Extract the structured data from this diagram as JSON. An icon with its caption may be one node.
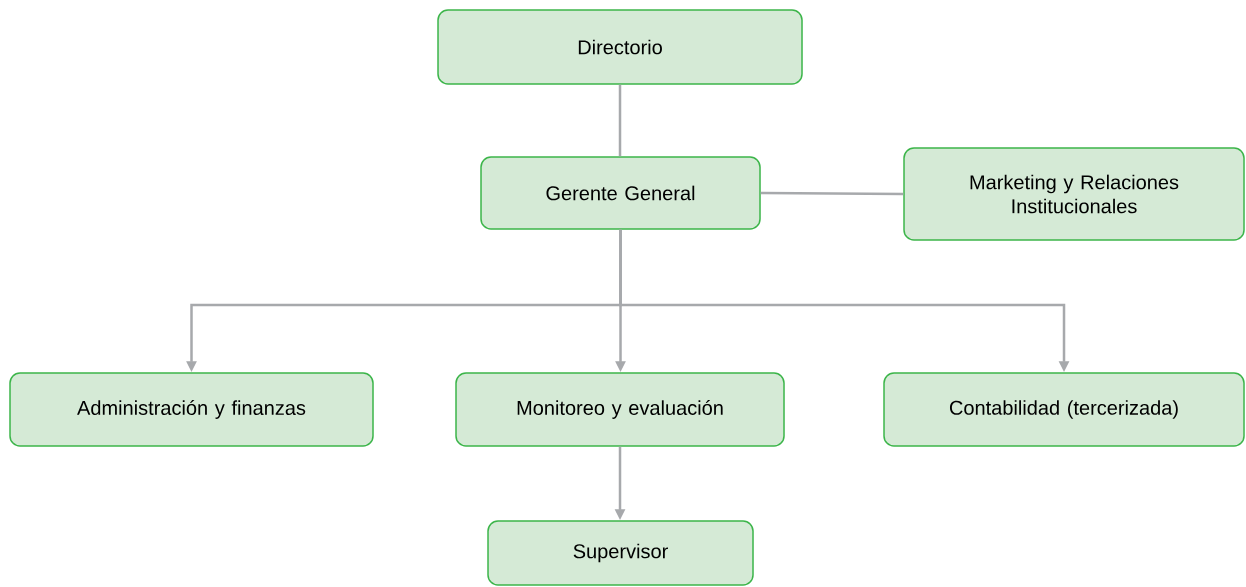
{
  "diagram": {
    "nodes": [
      {
        "text": [
          "Directorio"
        ]
      },
      {
        "text": [
          "Gerente General"
        ]
      },
      {
        "text": [
          "Marketing y Relaciones Institucionales"
        ]
      },
      {
        "text": [
          "Administración y finanzas"
        ]
      },
      {
        "text": [
          "Monitoreo y evaluación"
        ]
      },
      {
        "text": [
          "Contabilidad (tercerizada)"
        ]
      },
      {
        "text": [
          "Supervisor"
        ]
      }
    ],
    "edges": [
      {
        "from": 0,
        "to": 1,
        "arrow": "none"
      },
      {
        "from": 1,
        "to": 2,
        "arrow": "none"
      },
      {
        "from": 1,
        "to": 3,
        "arrow": "to"
      },
      {
        "from": 1,
        "to": 4,
        "arrow": "to"
      },
      {
        "from": 1,
        "to": 5,
        "arrow": "to"
      },
      {
        "from": 4,
        "to": 6,
        "arrow": "to"
      }
    ]
  }
}
